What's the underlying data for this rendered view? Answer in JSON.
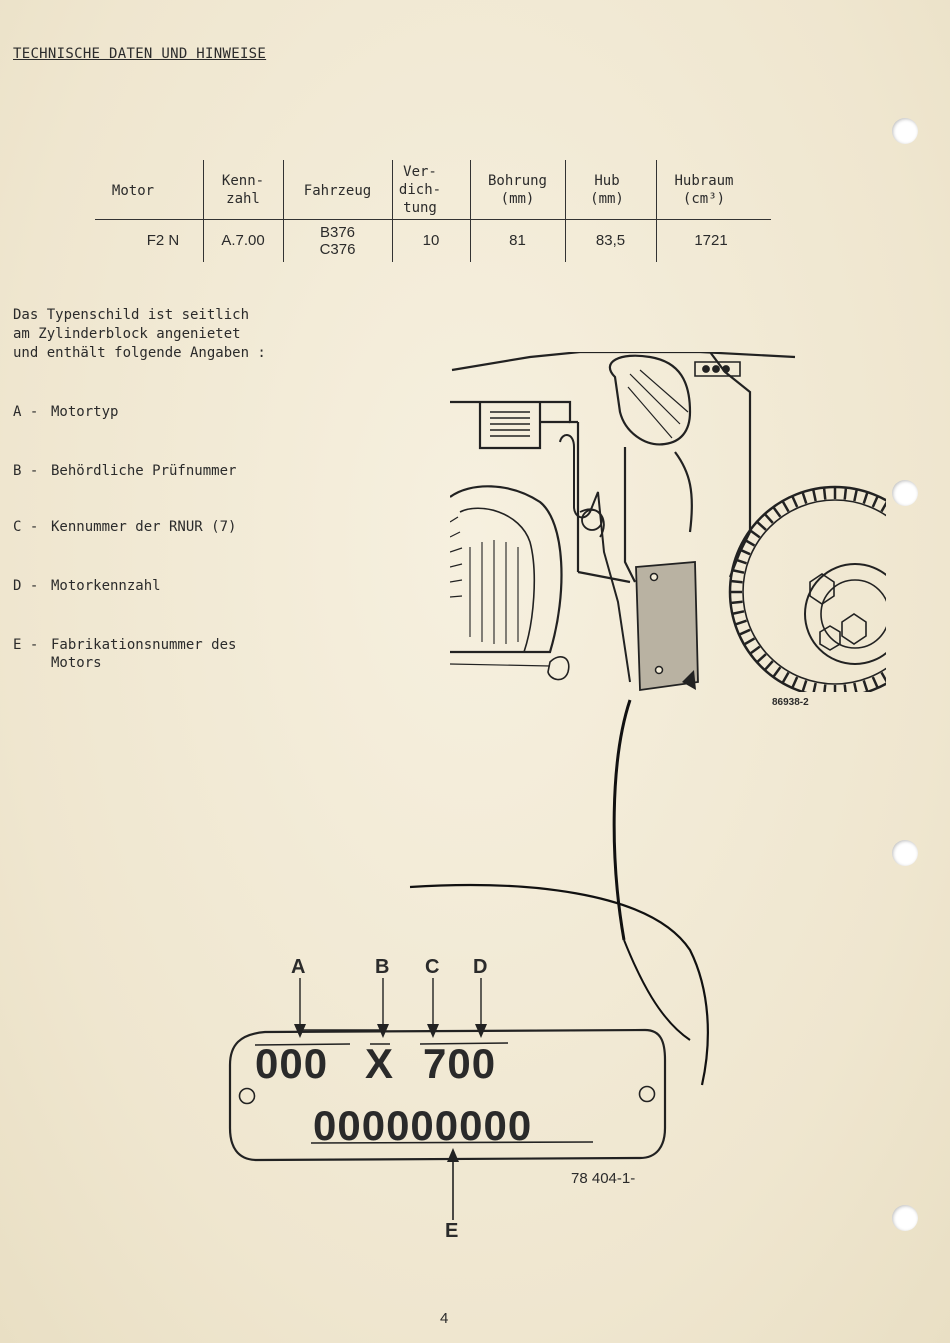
{
  "heading": "TECHNISCHE DATEN UND HINWEISE",
  "table": {
    "headers": {
      "motor": "Motor",
      "kennzahl_1": "Kenn-",
      "kennzahl_2": "zahl",
      "fahrzeug": "Fahrzeug",
      "verdichtung_1": "Ver-",
      "verdichtung_2": "dich-",
      "verdichtung_3": "tung",
      "bohrung_1": "Bohrung",
      "bohrung_2": "(mm)",
      "hub_1": "Hub",
      "hub_2": "(mm)",
      "hubraum_1": "Hubraum",
      "hubraum_2": "(cm³)"
    },
    "row": {
      "motor": "F2 N",
      "kennzahl": "A.7.00",
      "fahrzeug_1": "B376",
      "fahrzeug_2": "C376",
      "verdichtung": "10",
      "bohrung": "81",
      "hub": "83,5",
      "hubraum": "1721"
    }
  },
  "intro": {
    "line1": "Das Typenschild ist seitlich",
    "line2": "am Zylinderblock angenietet",
    "line3": "und enthält folgende Angaben :"
  },
  "legend": [
    {
      "letter": "A -",
      "text": "Motortyp"
    },
    {
      "letter": "B -",
      "text": "Behördliche Prüfnummer"
    },
    {
      "letter": "C -",
      "text": "Kennummer der RNUR (7)"
    },
    {
      "letter": "D -",
      "text": "Motorkennzahl"
    },
    {
      "letter": "E -",
      "text": "Fabrikationsnummer des Motors"
    }
  ],
  "engine_figure_code": "86938-2",
  "plate": {
    "label_a": "A",
    "label_b": "B",
    "label_c": "C",
    "label_d": "D",
    "label_e": "E",
    "top_number_a": "000",
    "top_number_b": "X",
    "top_number_cd": "700",
    "bottom_number": "000000000",
    "figure_code": "78 404-1-"
  },
  "page_number": "4"
}
